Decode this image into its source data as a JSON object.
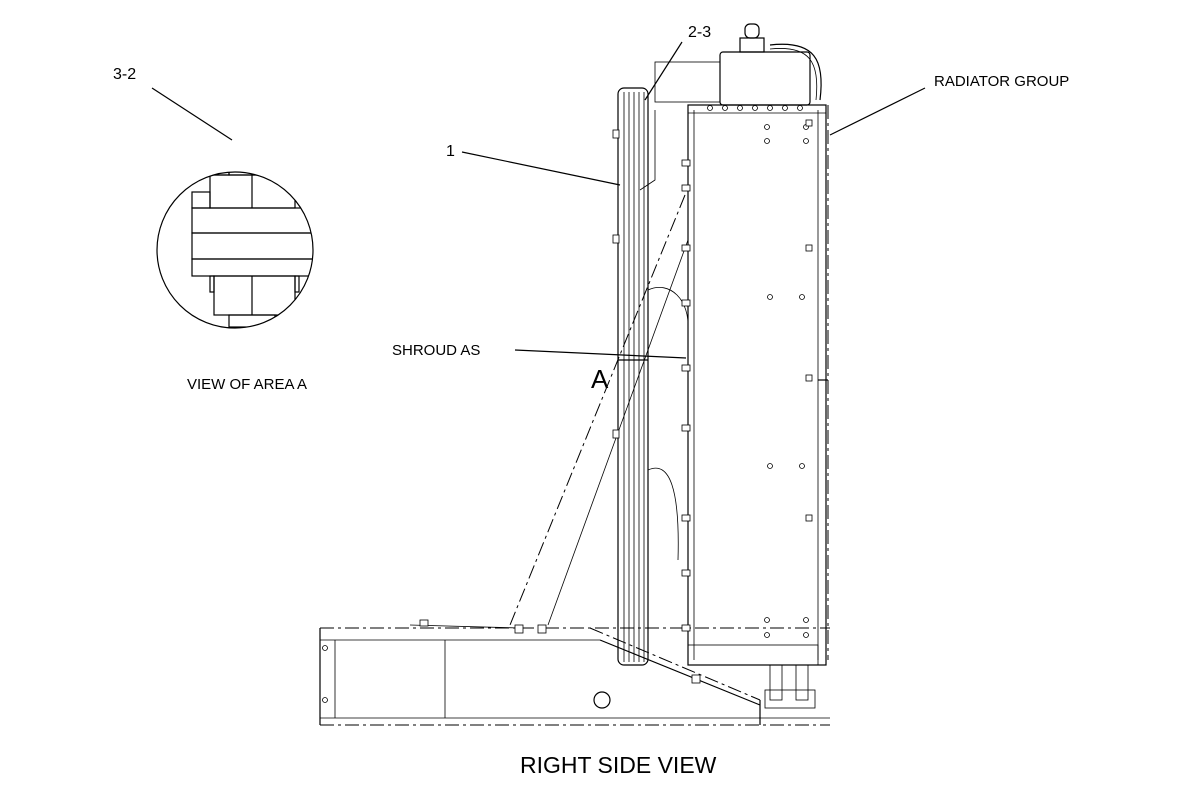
{
  "diagram": {
    "title": "RIGHT SIDE VIEW",
    "detail_caption": "VIEW OF AREA A",
    "callouts": {
      "detail_part": "3-2",
      "part_1": "1",
      "part_2_3": "2-3",
      "radiator_group": "RADIATOR GROUP",
      "shroud": "SHROUD AS",
      "area_marker": "A"
    }
  }
}
